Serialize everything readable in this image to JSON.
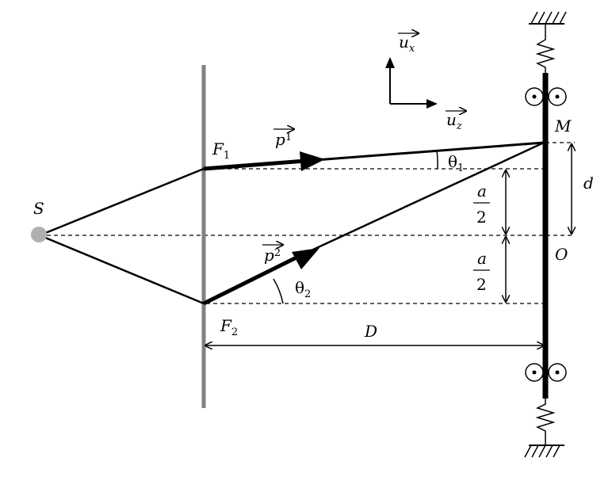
{
  "labels": {
    "source": "S",
    "slit1": "F",
    "slit1_sub": "1",
    "slit2": "F",
    "slit2_sub": "2",
    "point_m": "M",
    "point_o": "O",
    "vec_p1": "p",
    "vec_p1_sub": "1",
    "vec_p2": "p",
    "vec_p2_sub": "2",
    "vec_ux": "u",
    "vec_ux_sub": "x",
    "vec_uz": "u",
    "vec_uz_sub": "z",
    "theta1": "θ",
    "theta1_sub": "1",
    "theta2": "θ",
    "theta2_sub": "2",
    "dist_d": "d",
    "dist_D": "D",
    "a_num": "a",
    "a_den": "2",
    "a_num_lower": "a",
    "a_den_lower": "2"
  },
  "colors": {
    "ink": "#000000",
    "screen_gray": "#808080",
    "source_gray": "#b0b0b0"
  }
}
